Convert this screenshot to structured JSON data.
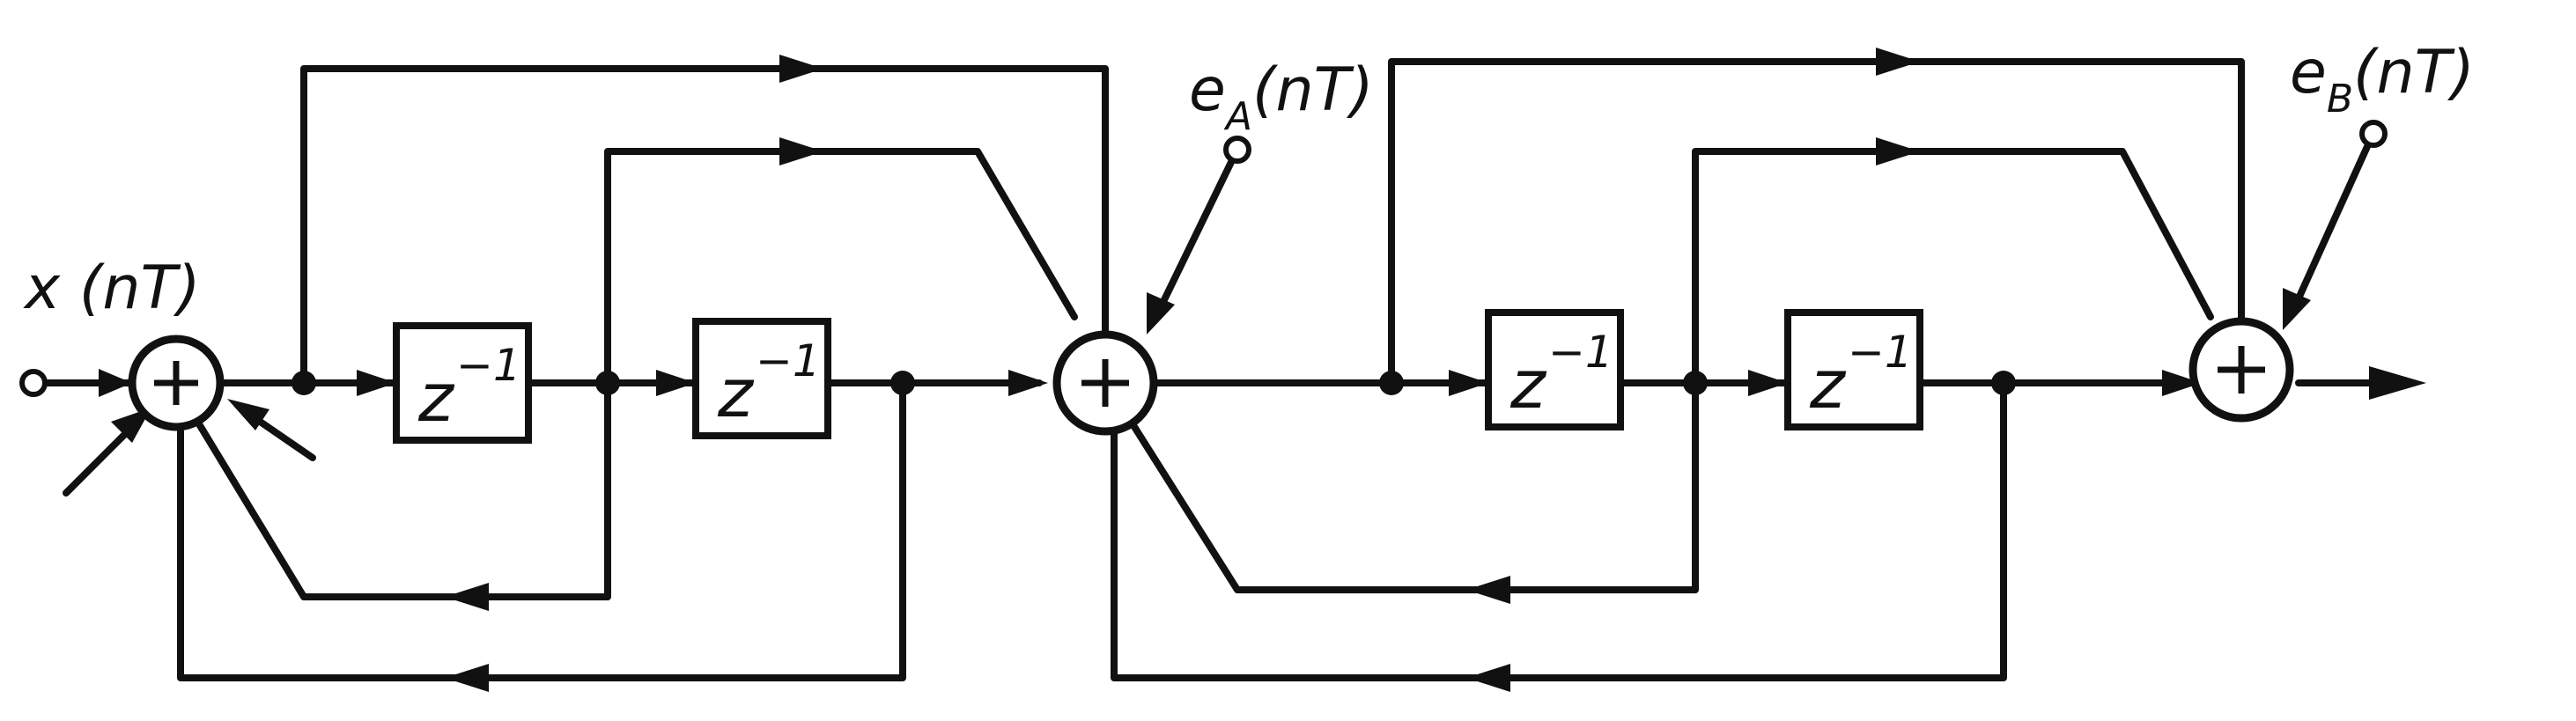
{
  "labels": {
    "input": "x (nT)",
    "error_a_main": "e",
    "error_a_sub": "A",
    "error_a_tail": "(nT)",
    "error_b_main": "e",
    "error_b_sub": "B",
    "error_b_tail": "(nT)"
  },
  "adder_symbol": "+",
  "delay": {
    "base": "z",
    "exponent": "−1"
  }
}
